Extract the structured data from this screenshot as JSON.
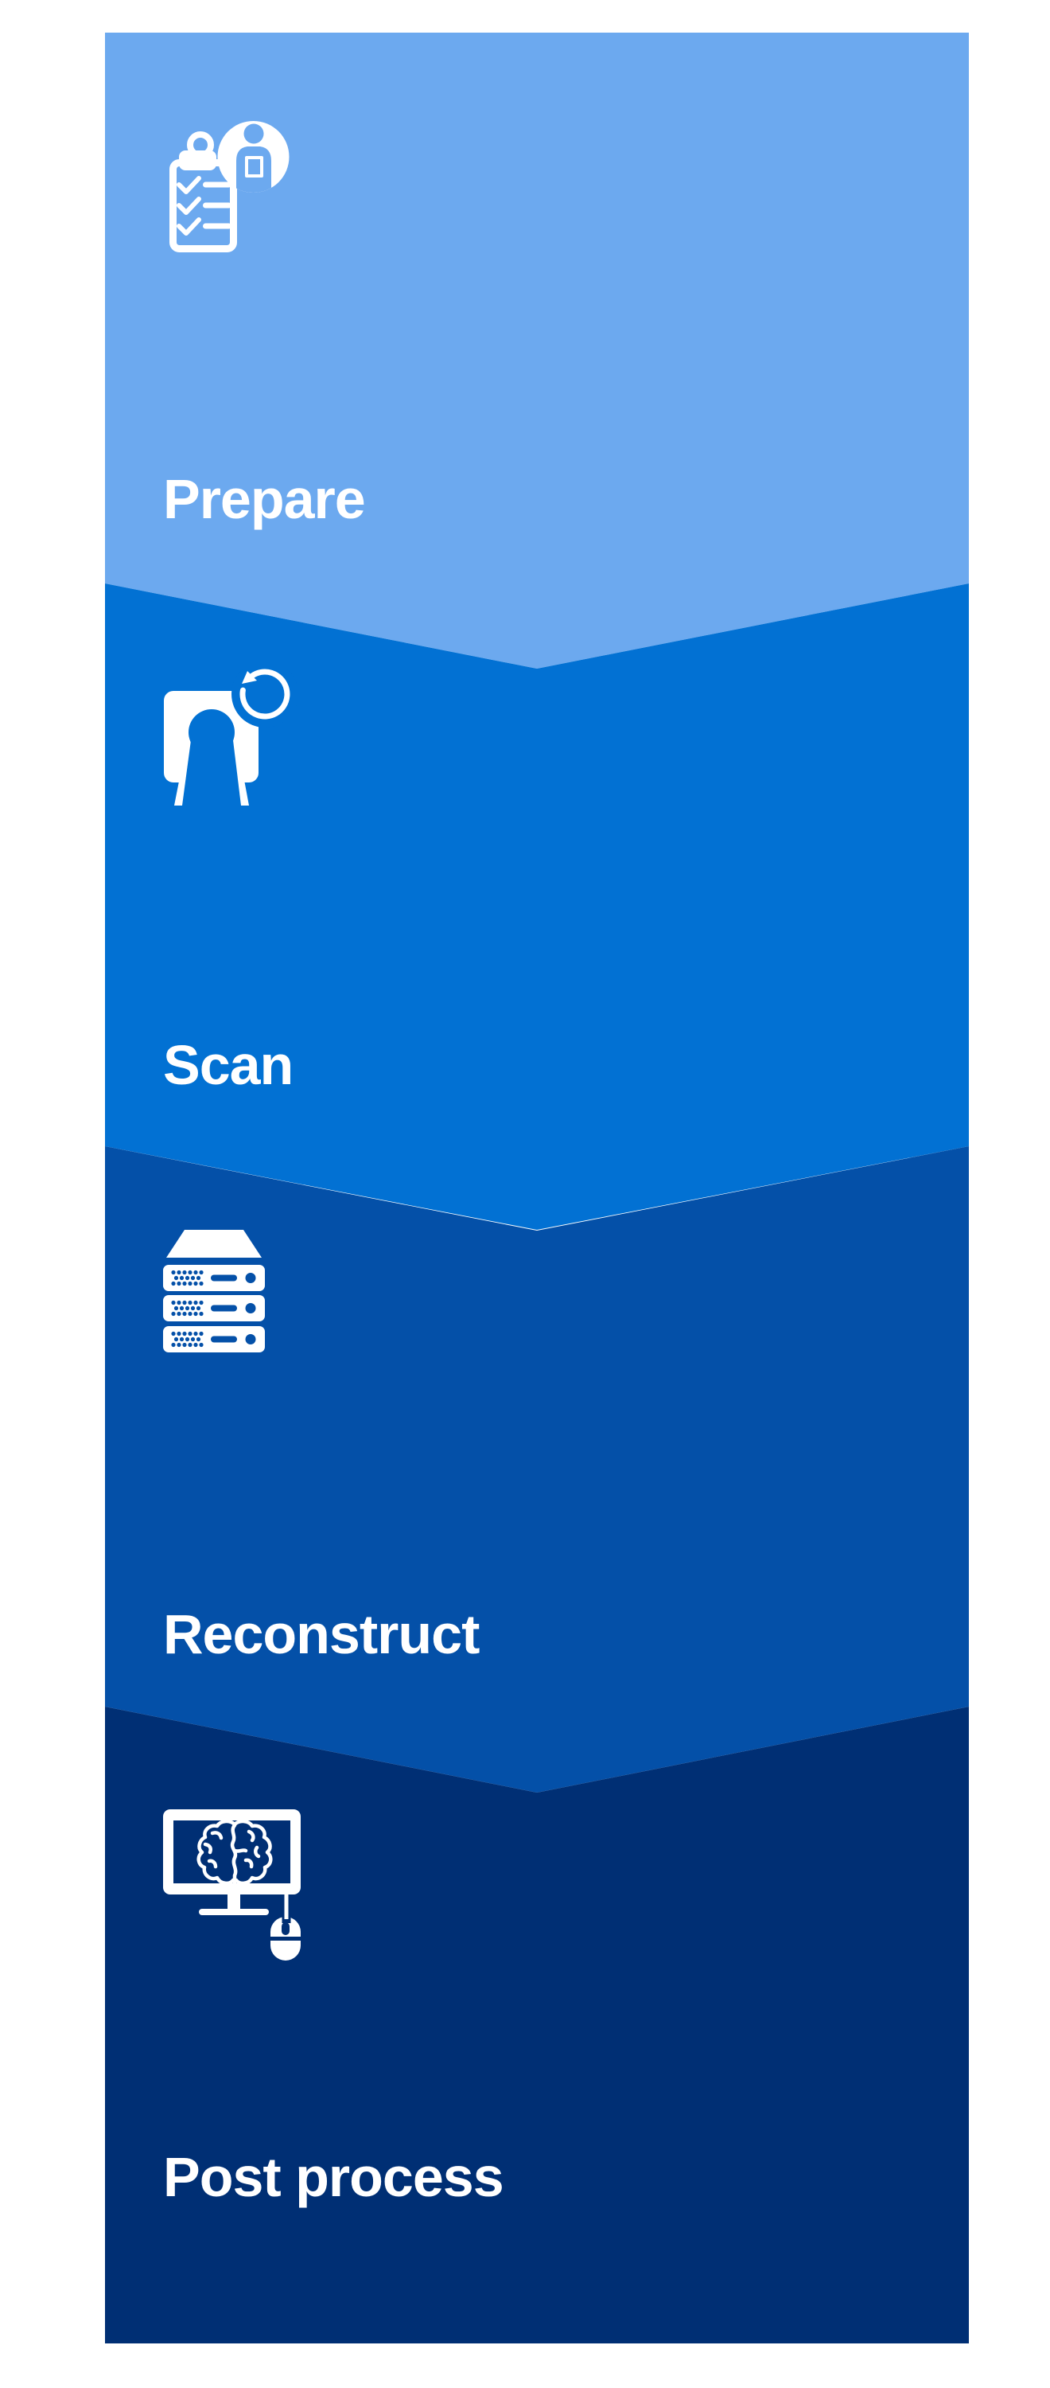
{
  "page": {
    "background_color": "#FFFFFF",
    "text_color": "#FFFFFF"
  },
  "workflow": {
    "sections": [
      {
        "label": "Prepare",
        "color": "#6CA9EF",
        "icon": "clipboard-checklist-person-icon"
      },
      {
        "label": "Scan",
        "color": "#0271D3",
        "icon": "ct-scanner-rotation-icon"
      },
      {
        "label": "Reconstruct",
        "color": "#0450A8",
        "icon": "server-stack-icon"
      },
      {
        "label": "Post process",
        "color": "#002F74",
        "icon": "monitor-brain-mouse-icon"
      }
    ]
  }
}
